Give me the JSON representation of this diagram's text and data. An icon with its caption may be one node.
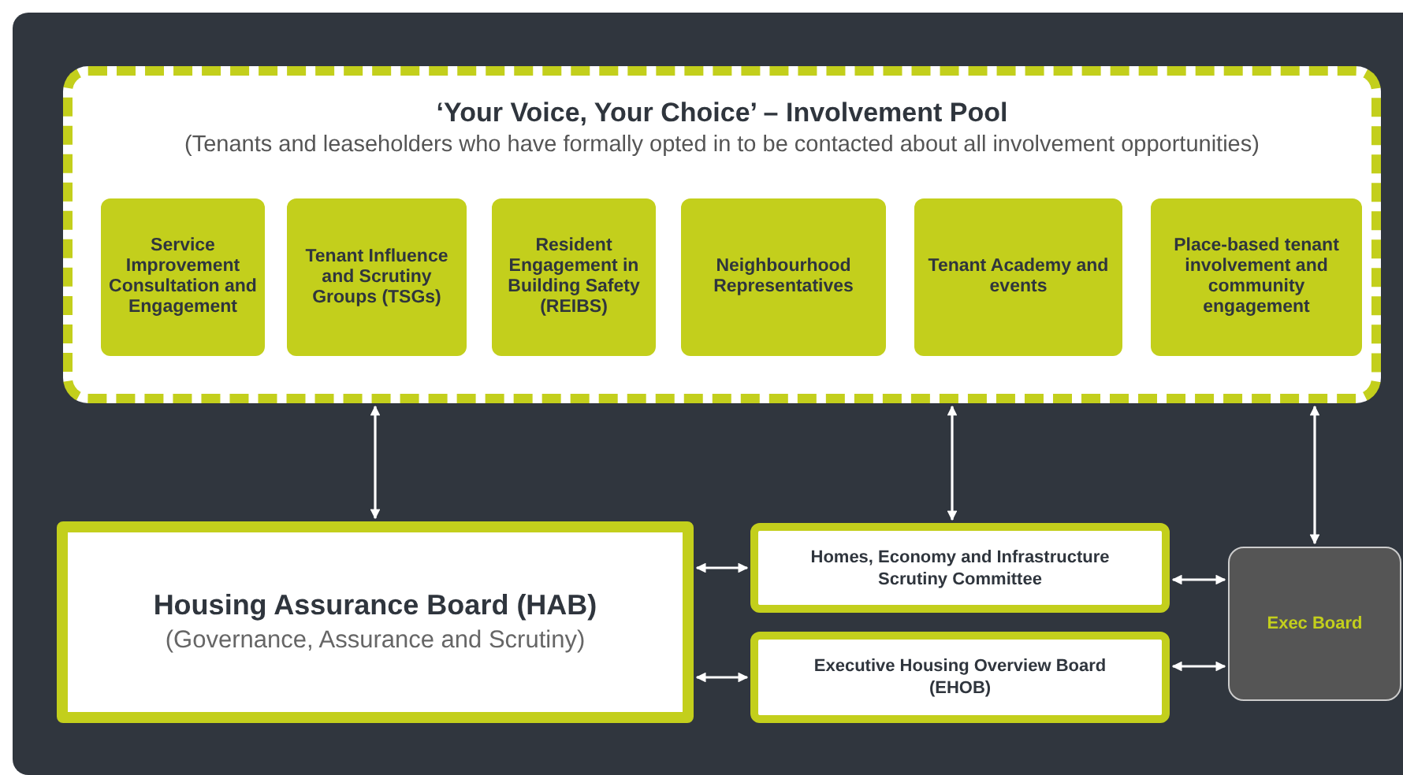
{
  "diagram": {
    "nodes": [
      {
        "text": [
          "‘Your Voice, Your Choice’ – Involvement Pool",
          "(Tenants and leaseholders who have formally opted in to be contacted about all involvement opportunities)"
        ]
      },
      {
        "text": [
          "Service Improvement Consultation and Engagement"
        ],
        "in": 0
      },
      {
        "text": [
          "Tenant Influence and Scrutiny Groups (TSGs)"
        ],
        "in": 0
      },
      {
        "text": [
          "Resident Engagement in Building Safety (REIBS)"
        ],
        "in": 0
      },
      {
        "text": [
          "Neighbourhood Representatives"
        ],
        "in": 0
      },
      {
        "text": [
          "Tenant Academy and events"
        ],
        "in": 0
      },
      {
        "text": [
          "Place-based tenant involvement and community engagement"
        ],
        "in": 0
      },
      {
        "text": [
          "Housing Assurance Board (HAB)",
          "(Governance, Assurance and Scrutiny)"
        ]
      },
      {
        "text": [
          "Homes, Economy and Infrastructure Scrutiny Committee"
        ]
      },
      {
        "text": [
          "Executive Housing Overview Board (EHOB)"
        ]
      },
      {
        "text": [
          "Exec Board"
        ]
      }
    ],
    "edges": [
      {
        "from": 0,
        "to": 7,
        "arrow": "both"
      },
      {
        "from": 0,
        "to": 8,
        "arrow": "both"
      },
      {
        "from": 0,
        "to": 10,
        "arrow": "both"
      },
      {
        "from": 7,
        "to": 8,
        "arrow": "both"
      },
      {
        "from": 7,
        "to": 9,
        "arrow": "both"
      },
      {
        "from": 8,
        "to": 10,
        "arrow": "both"
      },
      {
        "from": 9,
        "to": 10,
        "arrow": "both"
      }
    ]
  }
}
